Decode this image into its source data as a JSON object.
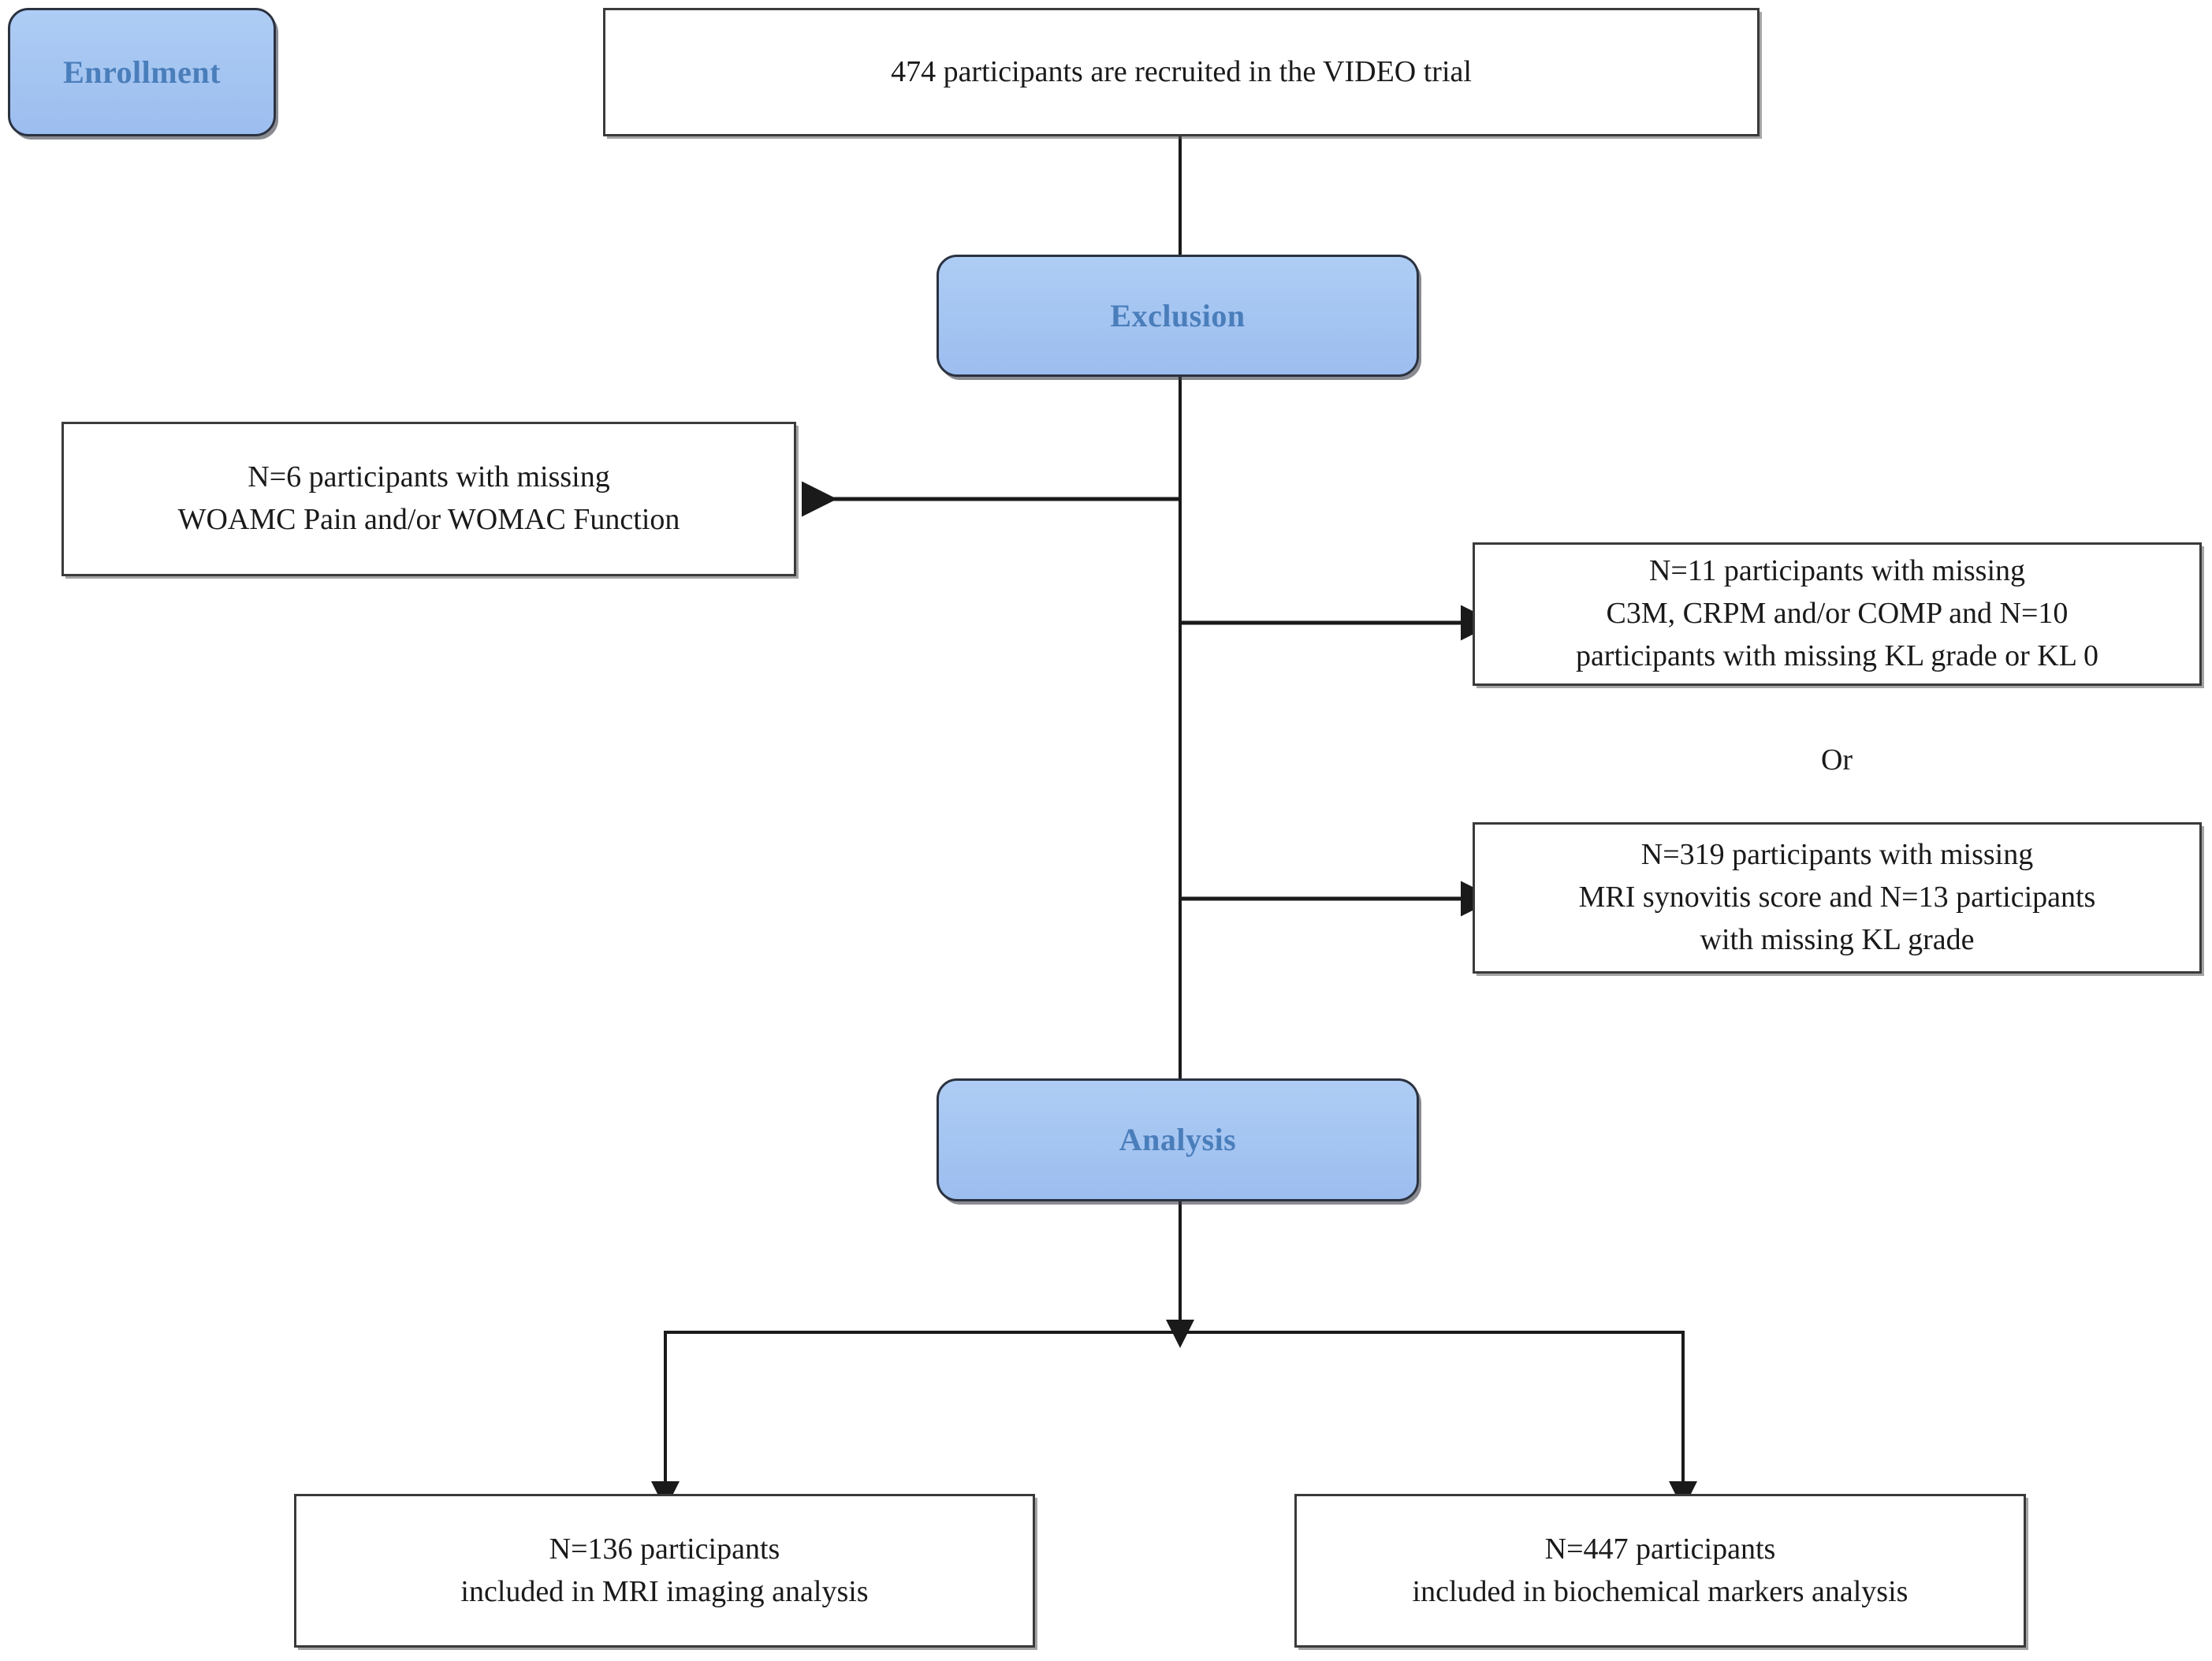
{
  "diagram": {
    "title": "VIDEO trial participant flow diagram",
    "colors": {
      "stage_fill": "#a8c8f2",
      "stage_border": "#2b3240",
      "stage_text": "#4a7ebb",
      "box_border": "#3a3a3a",
      "box_fill": "#ffffff",
      "body_text": "#1a1a1a",
      "connector": "#1a1a1a"
    }
  },
  "stages": {
    "enrollment": {
      "label": "Enrollment"
    },
    "exclusion": {
      "label": "Exclusion"
    },
    "analysis": {
      "label": "Analysis"
    }
  },
  "nodes": {
    "recruited": {
      "text": "474 participants are recruited in the VIDEO trial"
    },
    "excluded_womac": {
      "text": "N=6 participants with missing\nWOAMC Pain and/or WOMAC Function"
    },
    "excluded_biomarkers": {
      "text": "N=11 participants with missing\nC3M, CRPM and/or COMP and N=10\nparticipants with missing KL grade or KL 0"
    },
    "excluded_mri": {
      "text": "N=319 participants with missing\nMRI synovitis score and N=13 participants\nwith missing KL grade"
    },
    "analysed_mri": {
      "text": "N=136 participants\nincluded in MRI imaging analysis"
    },
    "analysed_biochemical": {
      "text": "N=447 participants\nincluded in biochemical markers analysis"
    }
  },
  "connectors": {
    "or_label": "Or"
  }
}
